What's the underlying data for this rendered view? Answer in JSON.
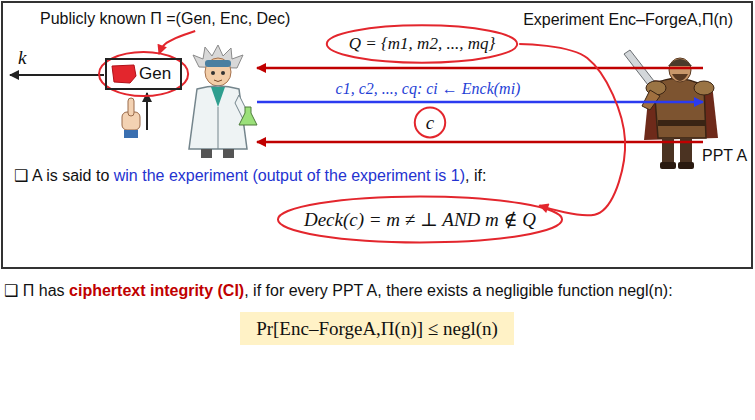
{
  "diagram": {
    "nodes": [
      {
        "text": [
          "Experiment Enc–ForgeA,Π(n)"
        ]
      },
      {
        "text": [
          "Gen"
        ],
        "in": 0
      },
      {
        "text": [
          "Pr[Enc–ForgeA,Π(n)] ≤ negl(n)"
        ]
      }
    ],
    "labels": [
      "Publicly known Π =(Gen, Enc, Dec)",
      "k",
      "Q = {m1, m2, ..., mq}",
      "c1, c2, ..., cq: ci ← Enck(mi)",
      "c",
      "PPT A",
      "❑ A is said to",
      "win the experiment (output of the experiment is 1)",
      ", if:",
      "Deck(c) = m ≠ ⊥ AND m ∉ Q",
      "❑ Π has",
      "ciphertext integrity (CI)",
      ", if for every PPT A, there exists a negligible function negl(n):"
    ]
  }
}
